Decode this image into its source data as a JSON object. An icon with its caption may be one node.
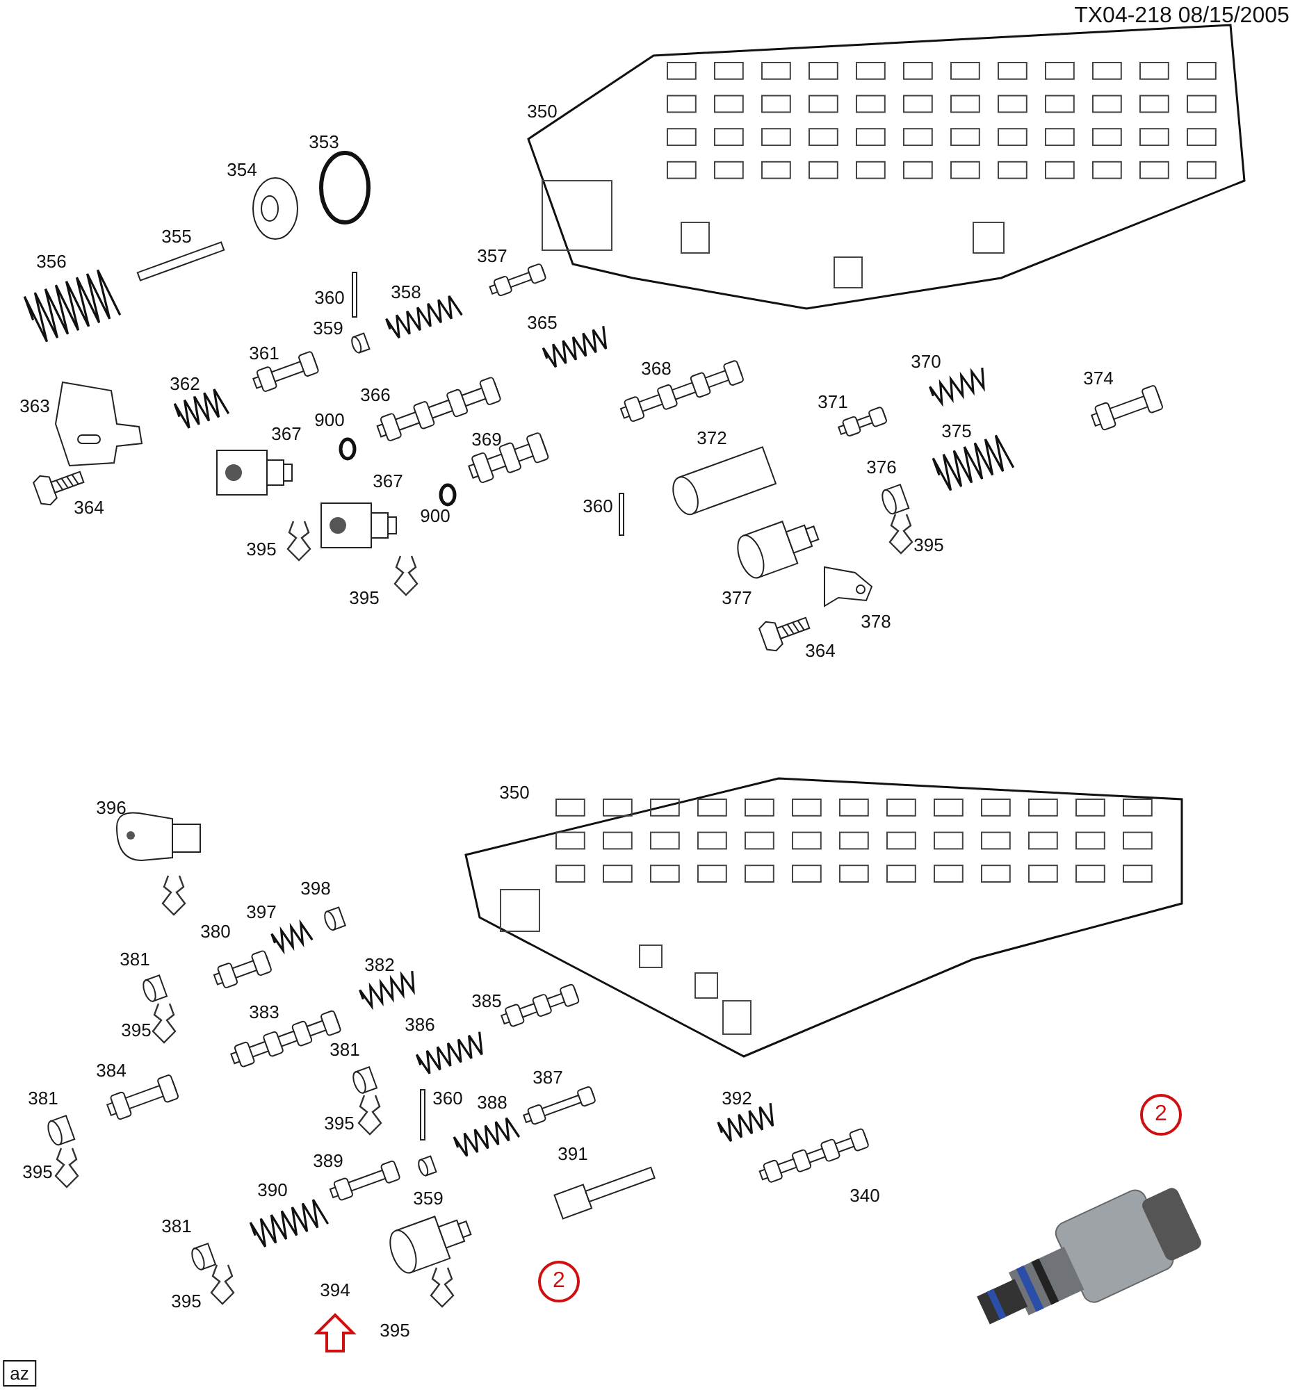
{
  "diagram": {
    "labels": [
      "TX04-218 08/15/2005",
      "350",
      "353",
      "354",
      "355",
      "357",
      "356",
      "358",
      "360",
      "365",
      "359",
      "361",
      "370",
      "368",
      "374",
      "362",
      "366",
      "371",
      "363",
      "900",
      "375",
      "367",
      "372",
      "369",
      "376",
      "367",
      "360",
      "364",
      "900",
      "395",
      "395",
      "395",
      "377",
      "378",
      "364",
      "350",
      "396",
      "398",
      "397",
      "380",
      "381",
      "382",
      "385",
      "383",
      "386",
      "395",
      "381",
      "384",
      "387",
      "360",
      "392",
      "381",
      "388",
      "2",
      "395",
      "391",
      "389",
      "395",
      "359",
      "390",
      "340",
      "381",
      "2",
      "394",
      "395",
      "395",
      "az"
    ]
  }
}
